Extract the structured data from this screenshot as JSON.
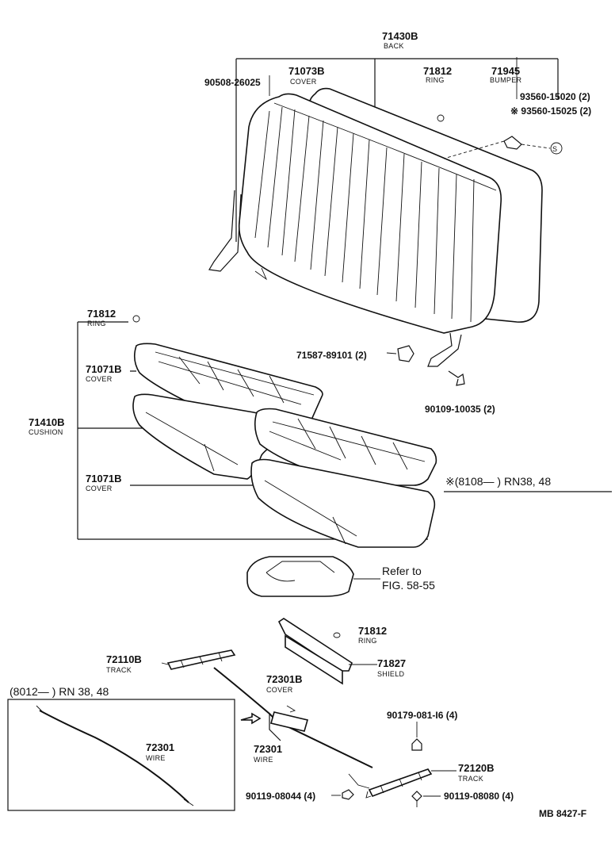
{
  "parts": {
    "back": {
      "number": "71430B",
      "name": "BACK"
    },
    "back_cover": {
      "number": "71073B",
      "name": "COVER"
    },
    "back_bolt": {
      "number": "90508-26025"
    },
    "ring_top": {
      "number": "71812",
      "name": "RING"
    },
    "bumper": {
      "number": "71945",
      "name": "BUMPER"
    },
    "screw_a": {
      "number": "93560-15020 (2)"
    },
    "screw_b": {
      "number": "※ 93560-15025 (2)"
    },
    "clip": {
      "number": "71587-89101 (2)"
    },
    "bolt_back": {
      "number": "90109-10035 (2)"
    },
    "ring_cushion": {
      "number": "71812",
      "name": "RING"
    },
    "cushion_cover_upper": {
      "number": "71071B",
      "name": "COVER"
    },
    "cushion": {
      "number": "71410B",
      "name": "CUSHION"
    },
    "cushion_cover_lower": {
      "number": "71071B",
      "name": "COVER"
    },
    "ring_shield": {
      "number": "71812",
      "name": "RING"
    },
    "shield": {
      "number": "71827",
      "name": "SHIELD"
    },
    "track_left": {
      "number": "72110B",
      "name": "TRACK"
    },
    "wire_cover": {
      "number": "72301B",
      "name": "COVER"
    },
    "wire_main": {
      "number": "72301",
      "name": "WIRE"
    },
    "wire_inset": {
      "number": "72301",
      "name": "WIRE"
    },
    "nut_a": {
      "number": "90179-081-I6 (4)"
    },
    "track_right": {
      "number": "72120B",
      "name": "TRACK"
    },
    "bolt_left": {
      "number": "90119-08044 (4)"
    },
    "bolt_right": {
      "number": "90119-08080 (4)"
    }
  },
  "notes": {
    "refer_line1": "Refer to",
    "refer_line2": "FIG. 58-55",
    "serial_range": "※(8108—      ) RN38, 48",
    "inset_range": "(8012—        ) RN 38, 48",
    "drawing_code": "MB  8427-F"
  }
}
